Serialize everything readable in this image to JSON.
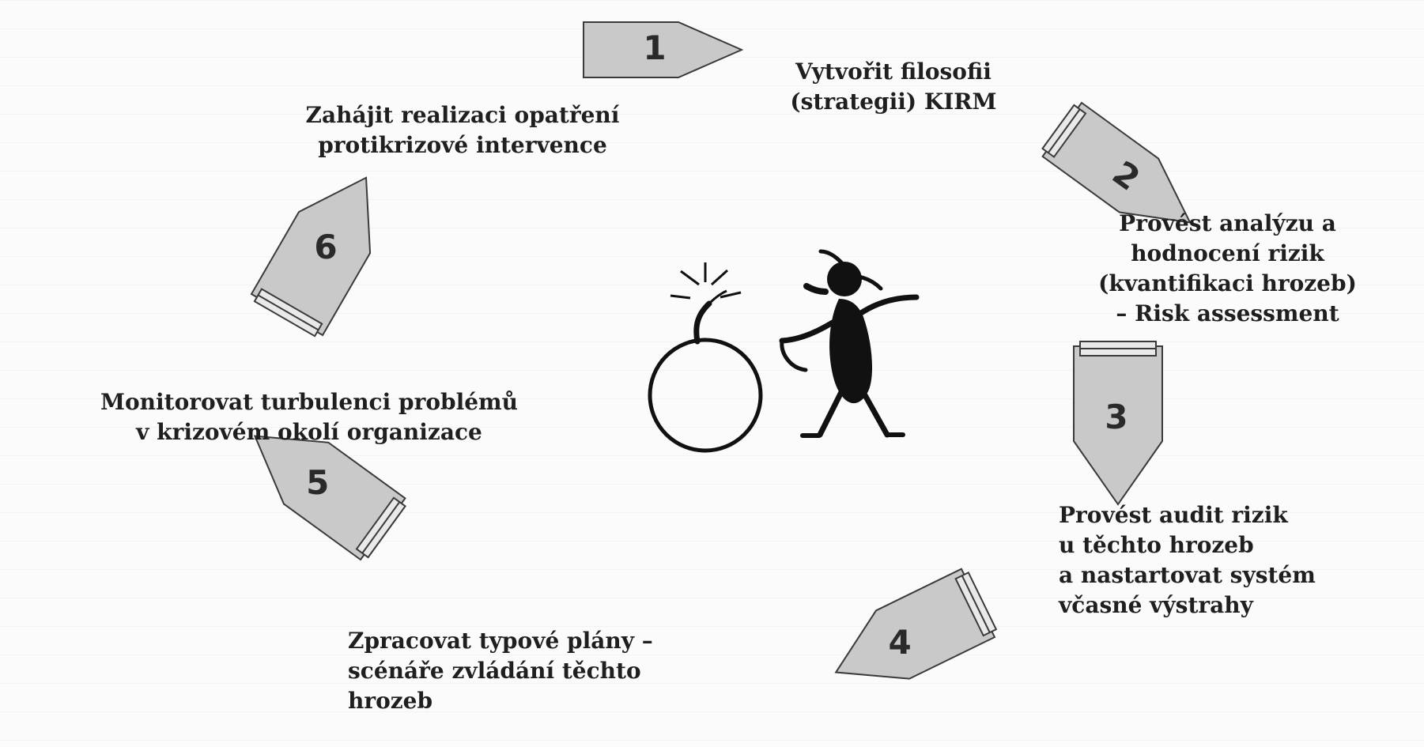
{
  "steps": [
    {
      "number": "1",
      "text": [
        "Vytvořit filosofii",
        "(strategii) KIRM"
      ]
    },
    {
      "number": "2",
      "text": [
        "Provést analýzu a",
        "hodnocení rizik",
        "(kvantifikaci hrozeb)",
        "– Risk assessment"
      ]
    },
    {
      "number": "3",
      "text": [
        "Provést audit rizik",
        "u těchto hrozeb",
        "a nastartovat systém",
        "včasné výstrahy"
      ]
    },
    {
      "number": "4",
      "text": [
        "Zpracovat typové plány –",
        "scénáře zvládání těchto",
        "hrozeb"
      ]
    },
    {
      "number": "5",
      "text": [
        "Monitorovat turbulenci  problémů",
        "v krizovém okolí organizace"
      ]
    },
    {
      "number": "6",
      "text": [
        "Zahájit realizaci opatření",
        "protikrizové intervence"
      ]
    }
  ],
  "colors": {
    "arrow_fill": "#c9c9c9",
    "arrow_stroke": "#3a3a3a",
    "text": "#1f1f1f",
    "background": "#fbfbfb"
  },
  "icons": [
    "bomb-icon",
    "thinking-man-icon"
  ]
}
